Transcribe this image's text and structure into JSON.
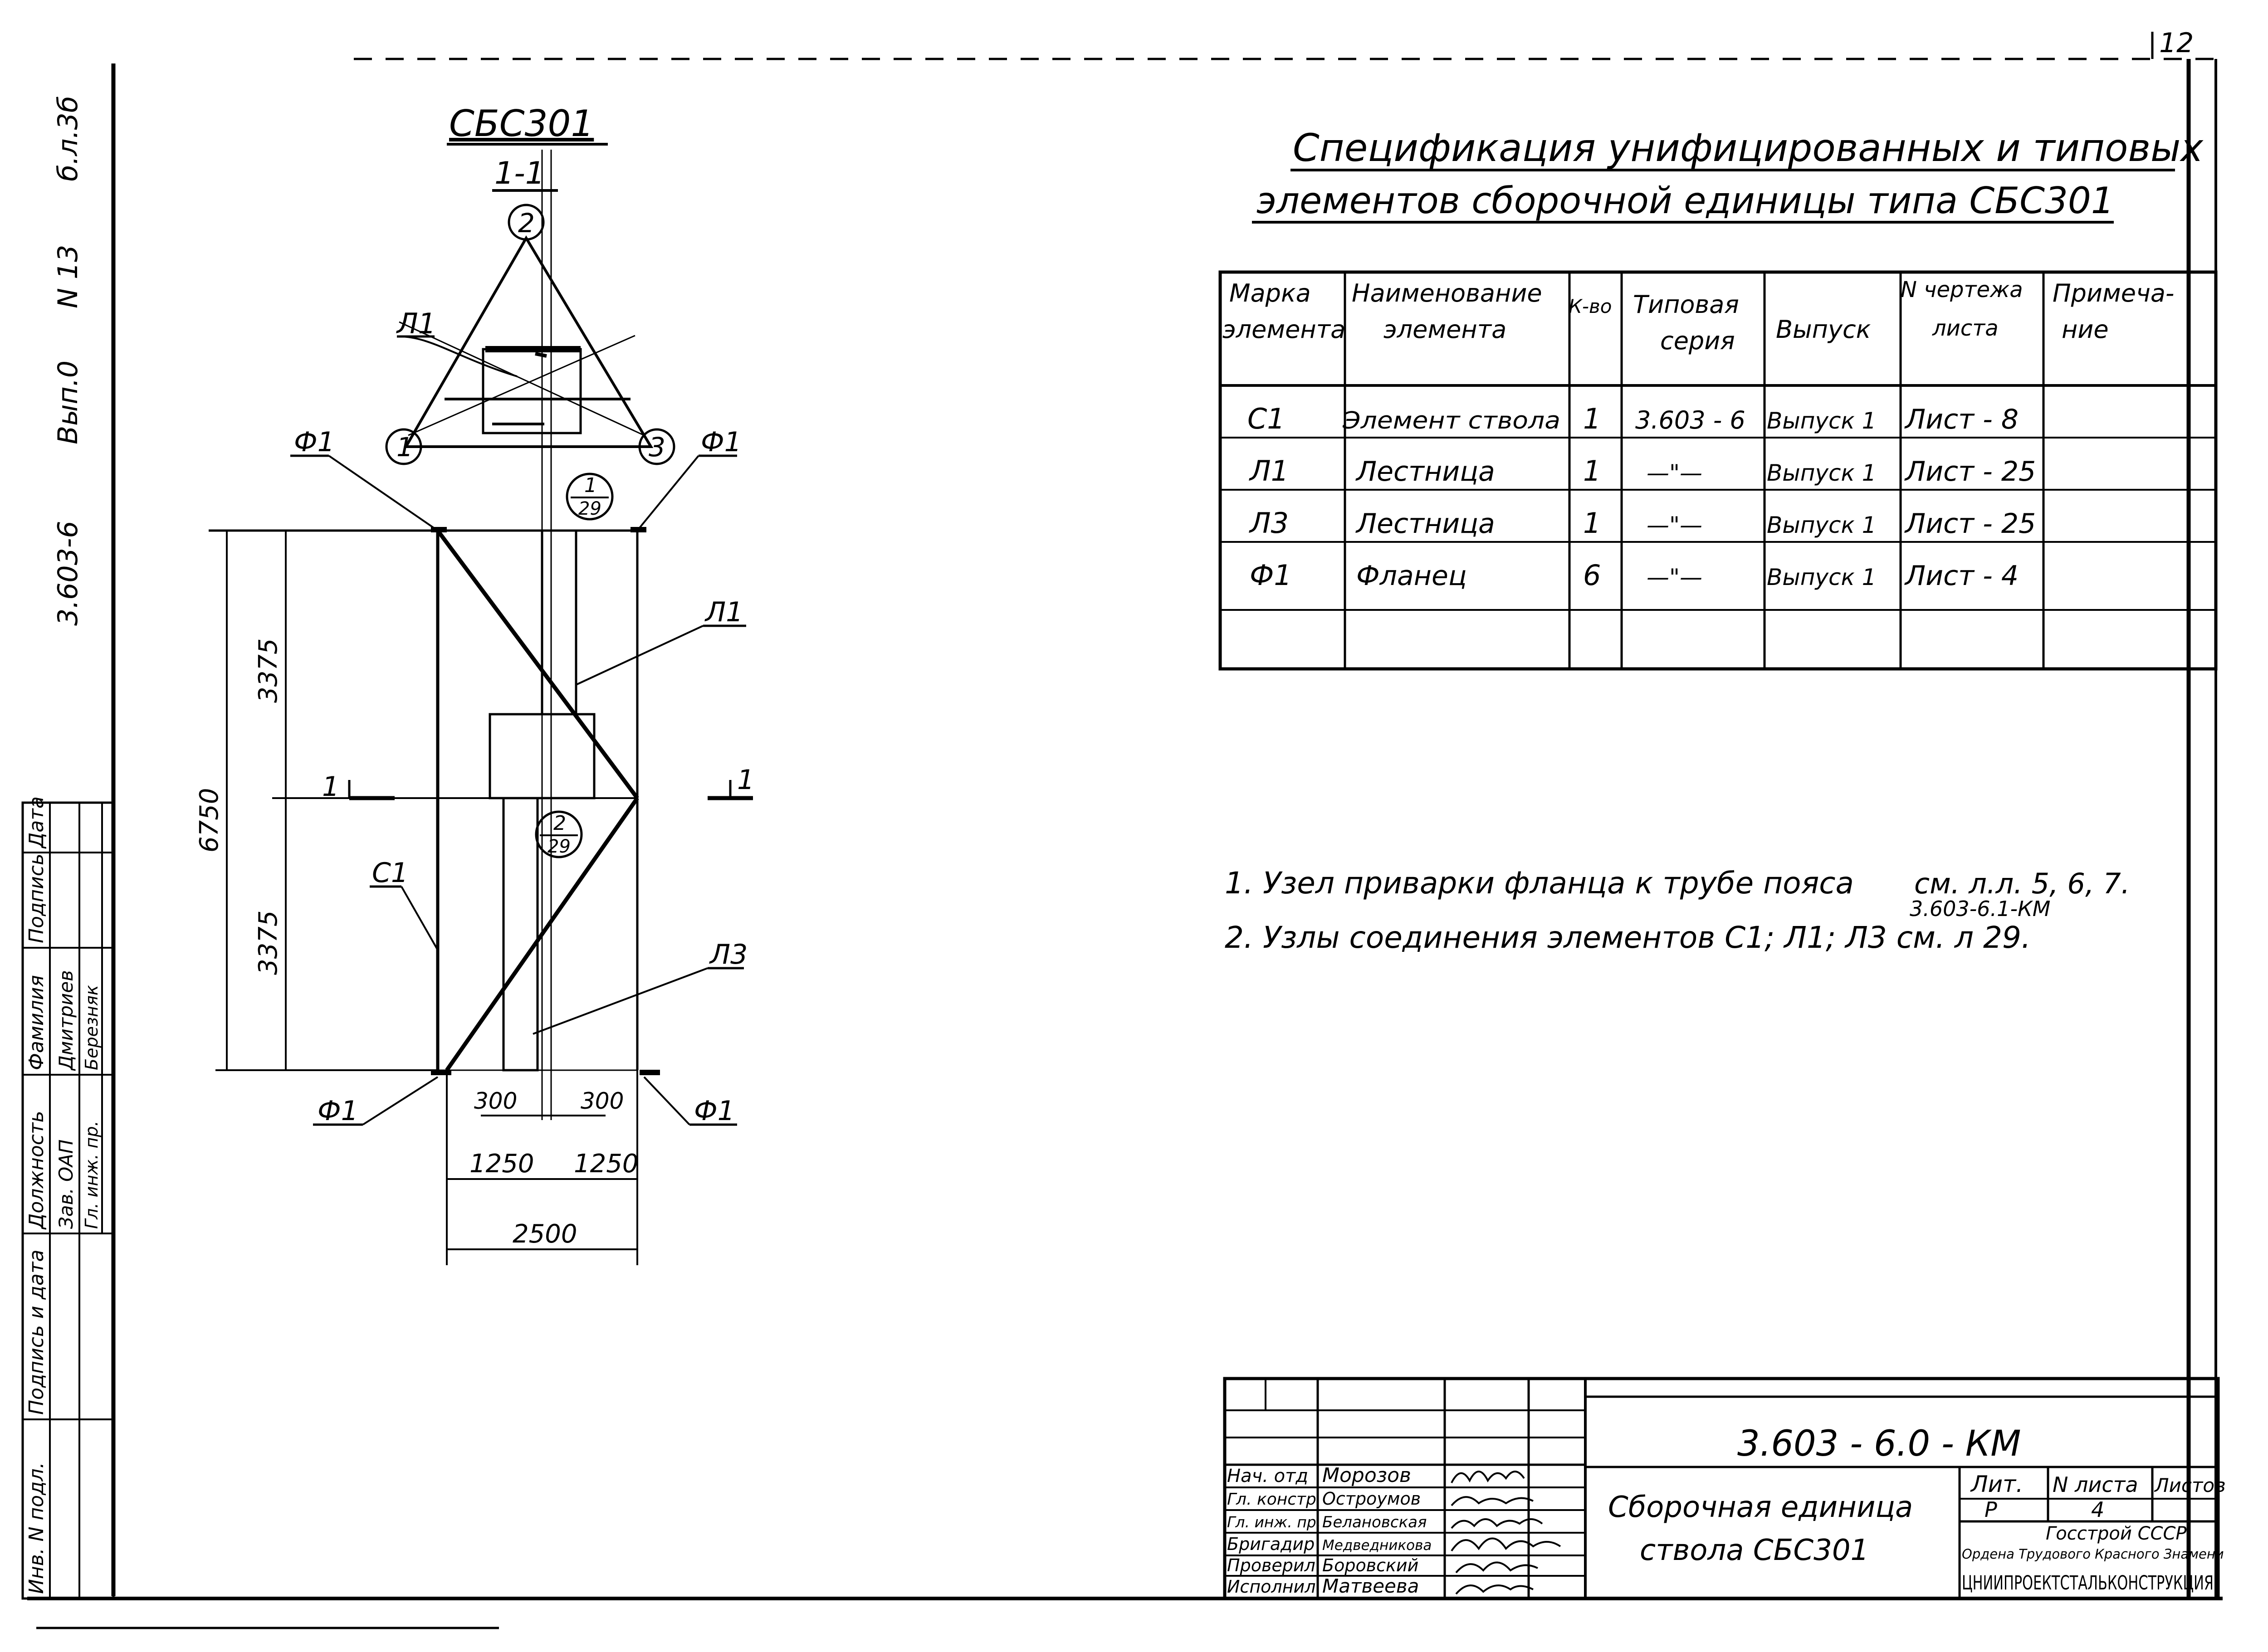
{
  "drawing": {
    "title": "СБС301",
    "section": "1-1",
    "labels": {
      "l1_top": "Л1",
      "l1_side": "Л1",
      "l3": "Л3",
      "c1": "С1",
      "f1_tl": "Ф1",
      "f1_tr": "Ф1",
      "f1_bl": "Ф1",
      "f1_br": "Ф1",
      "node1": "1",
      "node2": "2",
      "node3": "3",
      "cut_left": "1",
      "cut_right": "1",
      "ref1_top": "1",
      "ref1_bot": "29",
      "ref2_top": "2",
      "ref2_bot": "29"
    },
    "dims": {
      "h_total": "6750",
      "h_upper": "3375",
      "h_lower": "3375",
      "w_300_left": "300",
      "w_300_right": "300",
      "w_1250_left": "1250",
      "w_1250_right": "1250",
      "w_total": "2500"
    }
  },
  "side_stamp": {
    "code": "3.603-6",
    "issue": "Вып.0",
    "number": "N 13",
    "sheet": "б.л.3б"
  },
  "left_stamp": {
    "headers": [
      "Должность",
      "Фамилия",
      "Подпись",
      "Дата"
    ],
    "rows": [
      [
        "Зав. ОАП",
        "Дмитриев",
        "",
        ""
      ],
      [
        "Гл. инж. пр.",
        "Березняк",
        "",
        ""
      ]
    ],
    "sig_date": "Подпись и дата",
    "inv": "Инв. N подл."
  },
  "page_number": "12",
  "spec": {
    "title_line1": "Спецификация унифицированных и типовых",
    "title_line2": "элементов сборочной единицы типа СБС301",
    "headers": [
      [
        "Марка",
        "элемента"
      ],
      [
        "Наименование",
        "элемента"
      ],
      [
        "К-во"
      ],
      [
        "Типовая",
        "серия"
      ],
      [
        "Выпуск"
      ],
      [
        "N чертежа",
        "листа"
      ],
      [
        "Примеча-",
        "ние"
      ]
    ],
    "rows": [
      [
        "С1",
        "Элемент ствола",
        "1",
        "3.603 - 6",
        "Выпуск 1",
        "Лист - 8",
        ""
      ],
      [
        "Л1",
        "Лестница",
        "1",
        "—\"—",
        "Выпуск 1",
        "Лист - 25",
        ""
      ],
      [
        "Л3",
        "Лестница",
        "1",
        "—\"—",
        "Выпуск 1",
        "Лист - 25",
        ""
      ],
      [
        "Ф1",
        "Фланец",
        "6",
        "—\"—",
        "Выпуск 1",
        "Лист - 4",
        ""
      ],
      [
        "",
        "",
        "",
        "",
        "",
        "",
        ""
      ]
    ]
  },
  "notes": {
    "note1": "1. Узел приварки фланца к трубе пояса",
    "note1_ref": "см. л.л. 5, 6, 7.",
    "note1_sub": "3.603-6.1-КМ",
    "note2": "2. Узлы соединения элементов С1; Л1; Л3 см. л 29."
  },
  "title_block": {
    "doc_code": "3.603 - 6.0 - КМ",
    "name_line1": "Сборочная единица",
    "name_line2": "ствола СБС301",
    "people": [
      [
        "Нач. отд",
        "Морозов"
      ],
      [
        "Гл. констр",
        "Остроумов"
      ],
      [
        "Гл. инж. пр.",
        "Белановская"
      ],
      [
        "Бригадир",
        "Медведникова"
      ],
      [
        "Проверил",
        "Боровский"
      ],
      [
        "Исполнил",
        "Матвеева"
      ]
    ],
    "stage_label": "Лит.",
    "sheet_label": "N листа",
    "sheets_label": "Листов",
    "stage": "Р",
    "sheet": "4",
    "sheets": "",
    "org_line1": "Госстрой СССР",
    "org_line2": "Ордена Трудового Красного Знамени",
    "org_line3": "ЦНИИПРОЕКТСТАЛЬКОНСТРУКЦИЯ"
  }
}
